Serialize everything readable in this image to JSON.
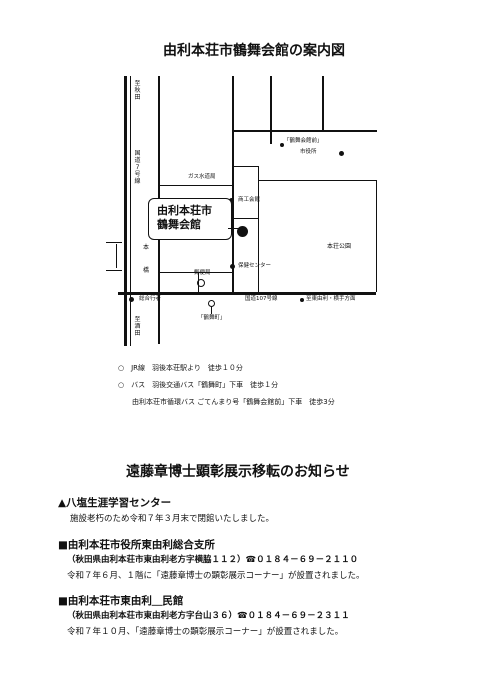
{
  "map": {
    "title": "由利本荘市鶴舞会館の案内図",
    "hall_label_1": "由利本荘市",
    "hall_label_2": "鶴舞会館",
    "to_akita": "至秋田",
    "route7": "国道7号線",
    "hon": "本",
    "bridge": "橋",
    "to_sakata": "至酒田",
    "gas": "ガス水道局",
    "kakubu_mae": "「鶴舞会館前」",
    "city_hall": "市役所",
    "shoko": "商工会館",
    "hoken": "保健センター",
    "koen": "本荘公園",
    "yubinkyoku": "郵便局",
    "sogo": "総合行者",
    "route107": "国道107号線",
    "to_higashi": "至東由利・横手方面",
    "tsurumai_stop": "「鶴舞町」"
  },
  "access": {
    "jr": "○　JR線　羽後本荘駅より　徒歩１０分",
    "bus": "○　バス　羽後交通バス「鶴舞町」下車　徒歩１分",
    "loop": "由利本荘市循環バス ごてんまり号「鶴舞会館前」下車　徒歩3分"
  },
  "notice": {
    "title": "遠藤章博士顕彰展示移転のお知らせ",
    "s1": {
      "heading": "▲八塩生涯学習センター",
      "line": "施設老朽のため令和７年３月末で閉館いたしました。"
    },
    "s2": {
      "heading": "■由利本荘市役所東由利総合支所",
      "address": "（秋田県由利本荘市東由利老方字横脇１１２）☎０１８４－６９－２１１０",
      "line": "令和７年６月、１階に「遠藤章博士の顕彰展示コーナー」が設置されました。"
    },
    "s3": {
      "heading": "■由利本荘市東由利＿民館",
      "address": "（秋田県由利本荘市東由利老方字台山３６）☎０１８４－６９－２３１１",
      "line": "令和７年１０月、「遠藤章博士の顕彰展示コーナー」が設置されました。"
    }
  }
}
